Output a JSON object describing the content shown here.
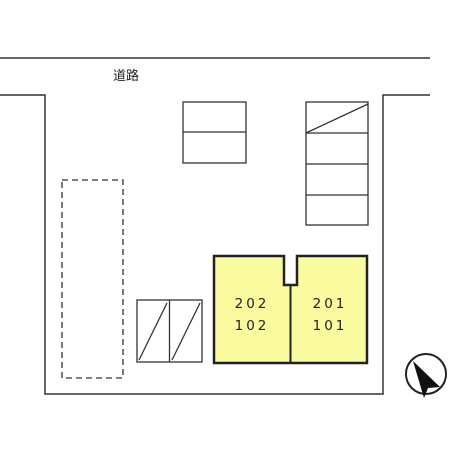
{
  "road": {
    "label": "道路"
  },
  "units": [
    {
      "upper": "202",
      "lower": "102"
    },
    {
      "upper": "201",
      "lower": "101"
    }
  ],
  "colors": {
    "building_fill": "#fafa9e",
    "building_stroke": "#222222",
    "line": "#333333"
  },
  "icons": {
    "compass": "north-arrow-icon"
  }
}
